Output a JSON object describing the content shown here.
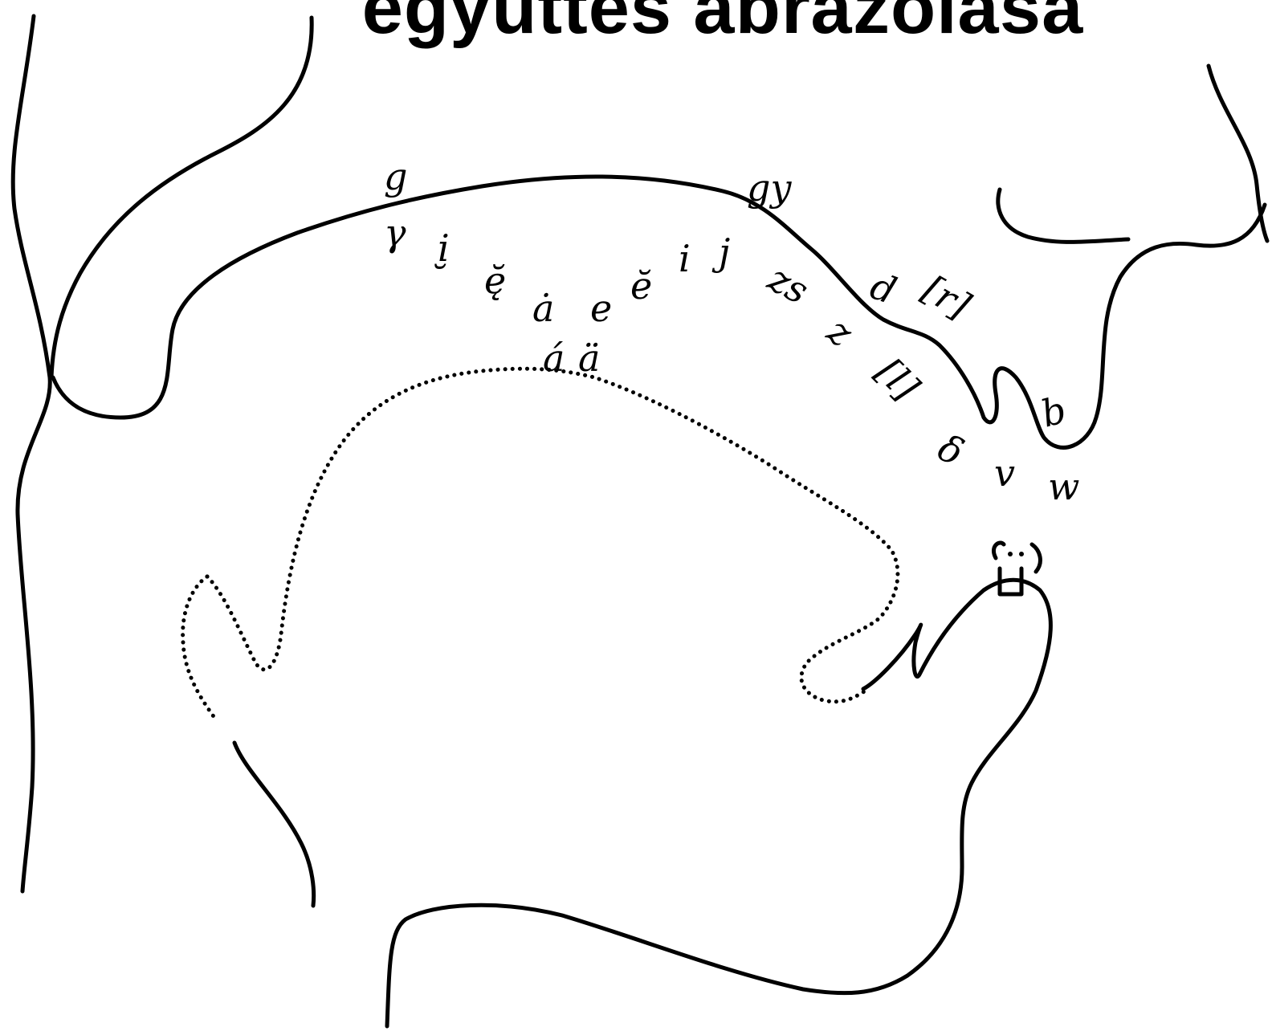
{
  "title": "együttes ábrázolása",
  "colors": {
    "ink": "#000000",
    "background": "#ffffff"
  },
  "labels": {
    "g": "g",
    "gy": "gy",
    "gamma": "γ",
    "i_sub": "i̮",
    "e_sub": "ę̆",
    "a_dot": "ȧ",
    "e": "e",
    "e_breve": "ĕ",
    "i": "i",
    "j": "j",
    "zs": "zs",
    "d": "d",
    "r_br": "[r]",
    "z": "z",
    "l_br": "[l]",
    "b": "b",
    "delta": "δ",
    "v": "v",
    "w": "w",
    "a_acute": "á",
    "a_uml": "ä"
  }
}
